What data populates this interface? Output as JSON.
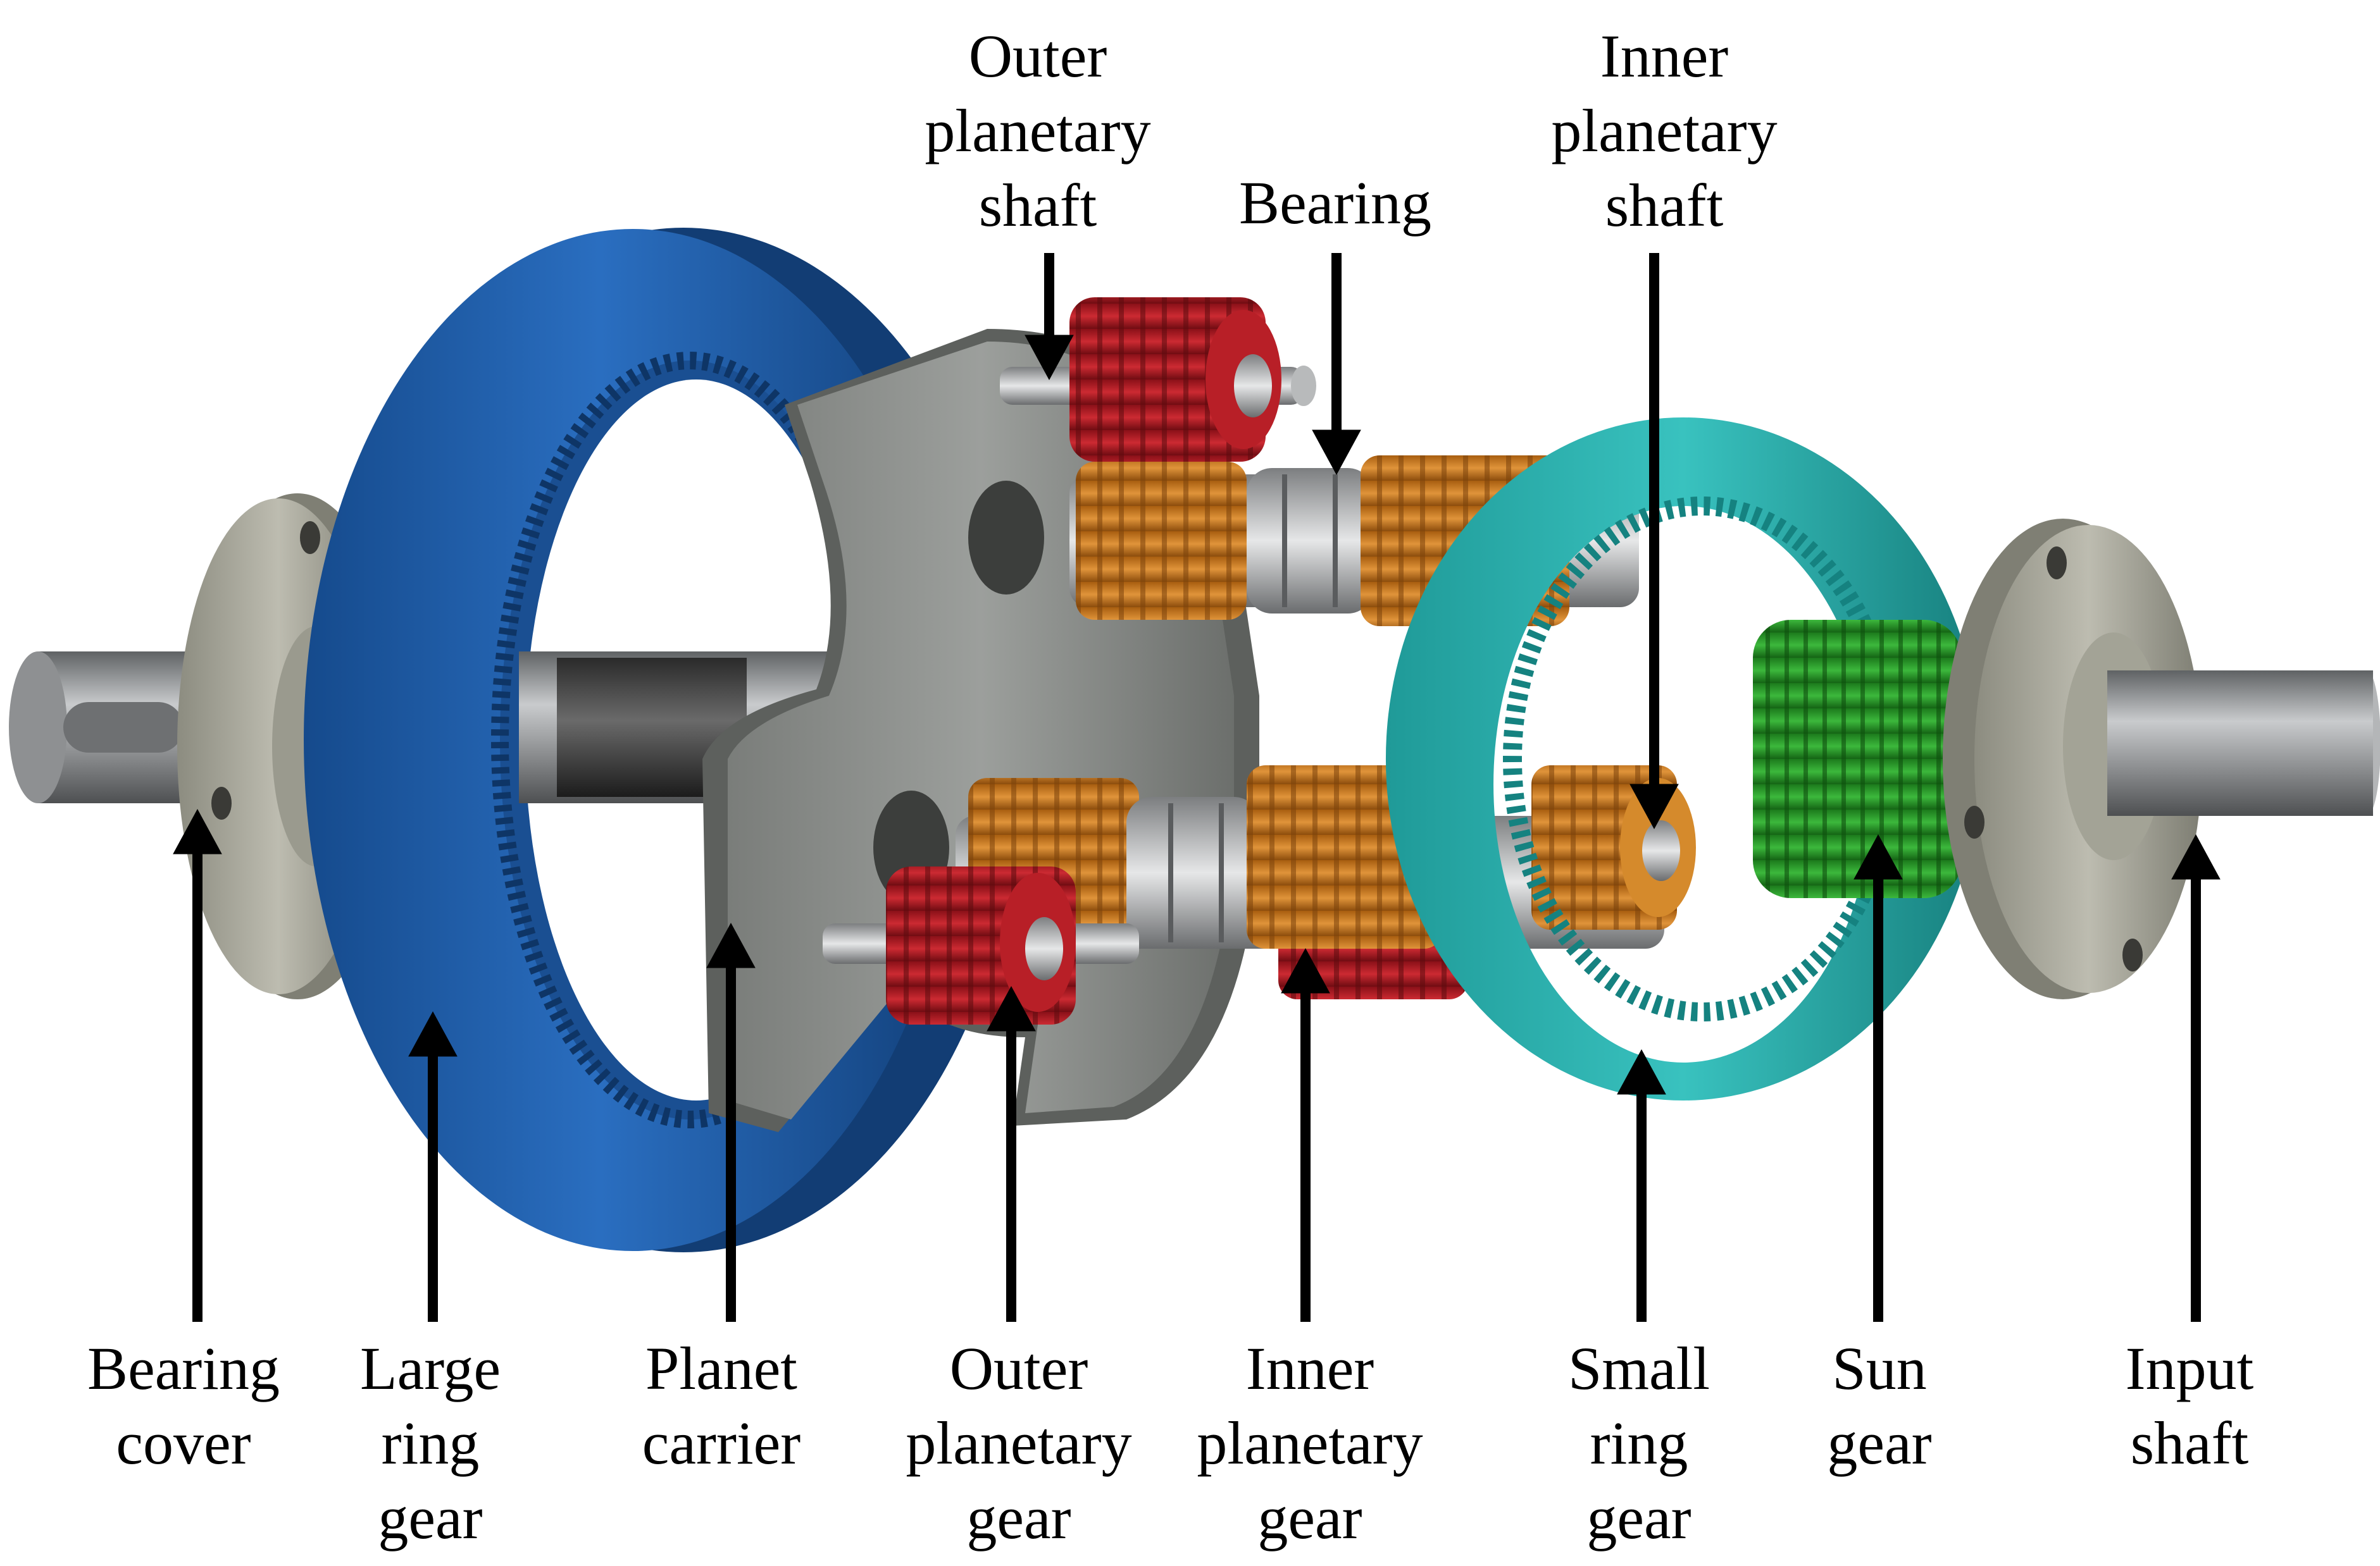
{
  "labels": {
    "outer_planetary_shaft": [
      "Outer",
      "planetary",
      "shaft"
    ],
    "bearing": [
      "Bearing"
    ],
    "inner_planetary_shaft": [
      "Inner",
      "planetary",
      "shaft"
    ],
    "bearing_cover": [
      "Bearing",
      "cover"
    ],
    "large_ring_gear": [
      "Large",
      "ring",
      "gear"
    ],
    "planet_carrier": [
      "Planet",
      "carrier"
    ],
    "outer_planetary_gear": [
      "Outer",
      "planetary",
      "gear"
    ],
    "inner_planetary_gear": [
      "Inner",
      "planetary",
      "gear"
    ],
    "small_ring_gear": [
      "Small",
      "ring",
      "gear"
    ],
    "sun_gear": [
      "Sun",
      "gear"
    ],
    "input_shaft": [
      "Input",
      "shaft"
    ]
  },
  "colors": {
    "large_ring_gear": "#1f5fae",
    "small_ring_gear": "#2fb3b0",
    "planet_carrier": "#8c8f8c",
    "outer_planetary_gear": "#b01c24",
    "inner_planetary_gear": "#c97a1c",
    "sun_gear": "#2a9a2a",
    "shaft": "#9a9c9e",
    "bearing_cover": "#a8a89c",
    "arrow": "#000000"
  }
}
